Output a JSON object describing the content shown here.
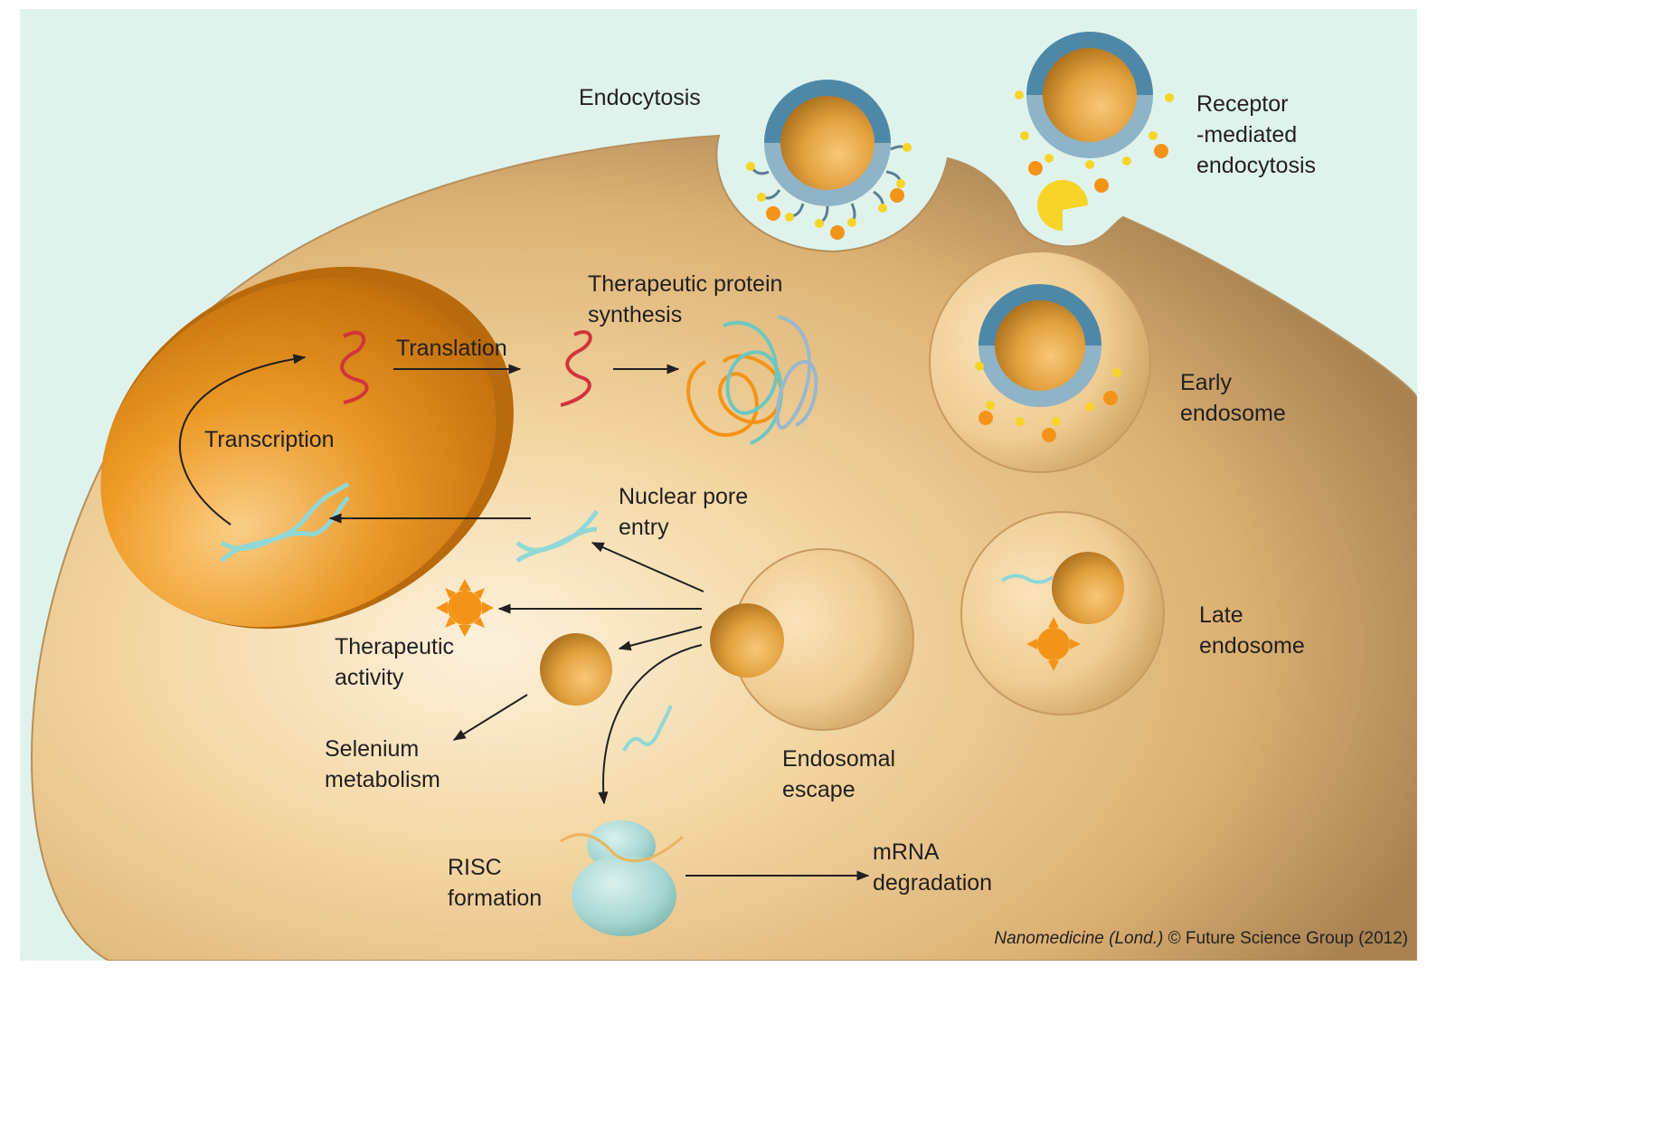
{
  "labels": {
    "endocytosis": "Endocytosis",
    "receptor": [
      "Receptor",
      "-mediated",
      "endocytosis"
    ],
    "protein_synthesis": [
      "Therapeutic protein",
      "synthesis"
    ],
    "translation": "Translation",
    "transcription": "Transcription",
    "early_endosome": [
      "Early",
      "endosome"
    ],
    "nuclear_pore": [
      "Nuclear pore",
      "entry"
    ],
    "therapeutic_activity": [
      "Therapeutic",
      "activity"
    ],
    "late_endosome": [
      "Late",
      "endosome"
    ],
    "selenium": [
      "Selenium",
      "metabolism"
    ],
    "endosomal_escape": [
      "Endosomal",
      "escape"
    ],
    "risc": [
      "RISC",
      "formation"
    ],
    "mrna_degradation": [
      "mRNA",
      "degradation"
    ]
  },
  "credit": {
    "journal": "Nanomedicine (Lond.)",
    "text": "© Future Science Group (2012)"
  },
  "colors": {
    "background": "#dff3ec",
    "cell": "#eec98c",
    "nucleus": "#f09a1a",
    "nanoparticle": "#d98e2a",
    "coating": "#7fa9bf",
    "mrna": "#d2343a",
    "dna": "#8fd8d6",
    "sun": "#f39418",
    "ligand": "#f6d528",
    "risc": "#a6d6d2"
  }
}
